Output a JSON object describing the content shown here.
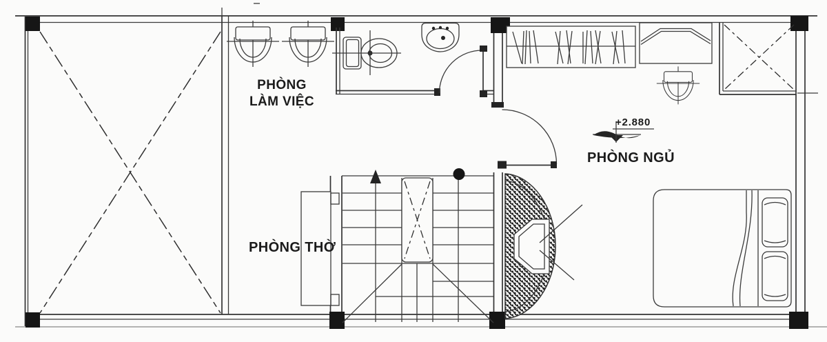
{
  "plan": {
    "type": "architectural-floor-plan",
    "labels": {
      "work_room": "PHÒNG LÀM VIỆC",
      "worship_room": "PHÒNG THỜ",
      "bedroom": "PHÒNG NGỦ",
      "level_mark": "+2.880"
    },
    "colors": {
      "line": "#3a3a3a",
      "wall": "#333333",
      "column_fill": "#161616",
      "background": "#fbfbfa",
      "text": "#1b1b1b"
    },
    "icons": {
      "column": "filled-black-square",
      "void_cross": "dashed-x-diagonals",
      "seat": "u-back-chair-with-crosshair",
      "toilet": "tank-and-oval-bowl",
      "sink": "basin-with-three-taps",
      "door": "quarter-circle-swing-arc",
      "stairs": "treads-with-up-arrow-and-winders",
      "stair_newel": "rounded-box-dashed-x",
      "wardrobe": "rail-with-hanging-clothes",
      "desk": "rect-with-trapezoid",
      "skylight": "double-border-box-dashed-x",
      "tv_cabinet": "stippled-lens-with-tv",
      "bed": "rounded-mattress-with-blanket-curve",
      "pillows": "two-rounded-rects",
      "level_marker": "benchmark-wave-symbol"
    }
  }
}
